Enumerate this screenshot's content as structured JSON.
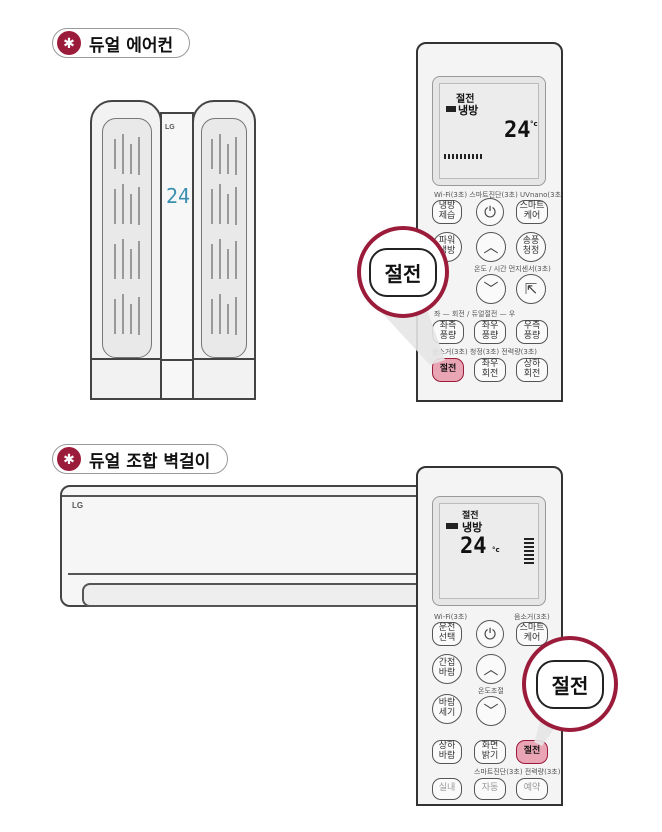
{
  "section1": {
    "title": "듀얼 에어컨",
    "badge_icon": "star-icon"
  },
  "section2": {
    "title": "듀얼 조합 벽걸이",
    "badge_icon": "star-icon"
  },
  "stand_ac": {
    "logo": "LG",
    "display_temp": "24"
  },
  "wall_ac": {
    "logo": "LG"
  },
  "remote1": {
    "lcd": {
      "mode_top": "절전",
      "mode_main": "냉방",
      "temp": "24",
      "unit": "°c"
    },
    "labels": {
      "row0": "Wi-Fi(3초)  스마트진단(3초) UVnano(3초)",
      "row2": "온도 / 시간   먼지센서(3초)",
      "row3": "좌 — 회전 / 듀얼절전 — 우",
      "row4": "음소거(3초)   청정(3초)   전력량(3초)"
    },
    "buttons": {
      "cool_dehumid": "냉방\n제습",
      "power": "⏻",
      "smart_care": "스마트\n케어",
      "power_mode": "파워\n냉방",
      "up": "︿",
      "fan_clean": "송풍\n청정",
      "down": "﹀",
      "side": "⇱",
      "left_wind": "좌측\n풍량",
      "lr_wind": "좌우\n풍량",
      "right_wind": "우측\n풍량",
      "save": "절전",
      "lr_rotate": "좌우\n회전",
      "ud_rotate": "상하\n회전"
    },
    "callout": "절전"
  },
  "remote2": {
    "lcd": {
      "mode_top": "절전",
      "mode_main": "냉방",
      "temp": "24",
      "unit": "°c"
    },
    "labels": {
      "row0": "Wi-Fi(3초)",
      "row0b": "음소거(3초)",
      "row2": "온도조절",
      "row4": "스마트진단(3초)  전력량(3초)"
    },
    "buttons": {
      "run_select": "운전\n선택",
      "power": "⏻",
      "smart_care": "스마트\n케어",
      "indirect_wind": "간접\n바람",
      "up": "︿",
      "wind_strength": "바람\n세기",
      "down": "﹀",
      "ud_wind": "상하\n바람",
      "screen_bright": "화면\n밝기",
      "save": "절전",
      "indoor": "실내",
      "auto": "자동",
      "reserve": "예약"
    },
    "callout": "절전"
  }
}
